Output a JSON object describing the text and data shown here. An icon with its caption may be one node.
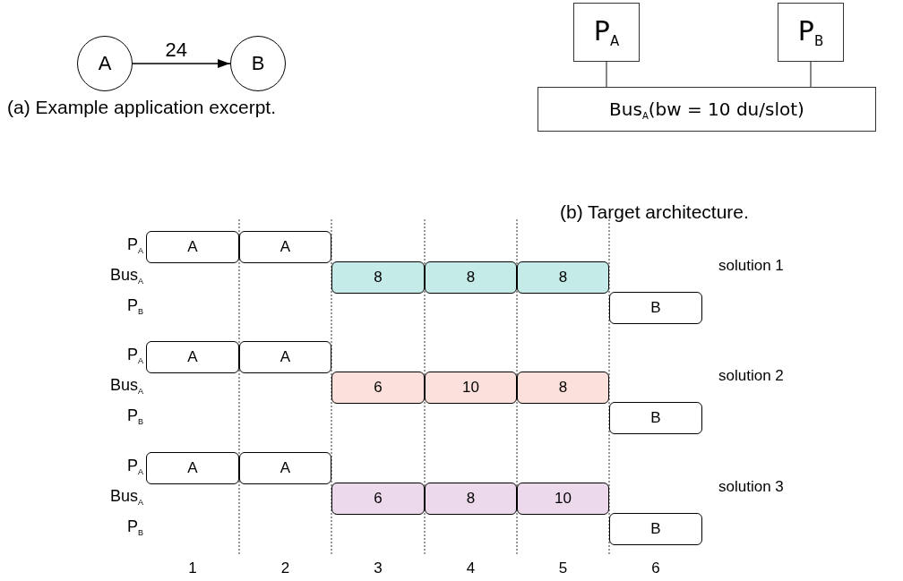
{
  "diagram": {
    "nodes": [
      {
        "text": [
          "A"
        ]
      },
      {
        "text": [
          "B"
        ]
      },
      {
        "text": [
          "P$_{A}$"
        ]
      },
      {
        "text": [
          "P$_{B}$"
        ]
      },
      {
        "text": [
          "Bus$_{A}$(bw = 10 du/slot)"
        ]
      },
      {
        "text": [
          "A"
        ]
      },
      {
        "text": [
          "A"
        ]
      },
      {
        "text": [
          "8"
        ]
      },
      {
        "text": [
          "8"
        ]
      },
      {
        "text": [
          "8"
        ]
      },
      {
        "text": [
          "B"
        ]
      },
      {
        "text": [
          "A"
        ]
      },
      {
        "text": [
          "A"
        ]
      },
      {
        "text": [
          "6"
        ]
      },
      {
        "text": [
          "10"
        ]
      },
      {
        "text": [
          "8"
        ]
      },
      {
        "text": [
          "B"
        ]
      },
      {
        "text": [
          "A"
        ]
      },
      {
        "text": [
          "A"
        ]
      },
      {
        "text": [
          "6"
        ]
      },
      {
        "text": [
          "8"
        ]
      },
      {
        "text": [
          "10"
        ]
      },
      {
        "text": [
          "B"
        ]
      }
    ],
    "edges": [
      {
        "from": 0,
        "to": 1,
        "arrow": "to",
        "label": "24"
      },
      {
        "from": 2,
        "to": 4,
        "arrow": "none"
      },
      {
        "from": 3,
        "to": 4,
        "arrow": "none"
      }
    ],
    "labels": [
      "(a) Example application excerpt.",
      "(b) Target architecture.",
      "P$_{A}$",
      "Bus$_{A}$",
      "P$_{B}$",
      "solution 1",
      "P$_{A}$",
      "Bus$_{A}$",
      "P$_{B}$",
      "solution 2",
      "P$_{A}$",
      "Bus$_{A}$",
      "P$_{B}$",
      "solution 3",
      "1",
      "2",
      "3",
      "4",
      "5",
      "6"
    ]
  }
}
